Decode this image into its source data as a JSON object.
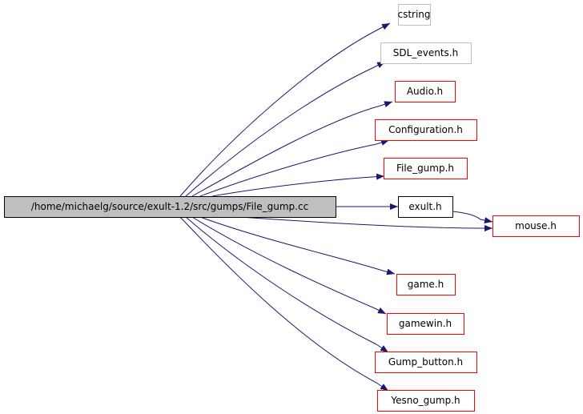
{
  "graph": {
    "type": "include-dependency-graph",
    "root": {
      "id": "file_gump_cc",
      "label": "/home/michaelg/source/exult-1.2/src/gumps/File_gump.cc",
      "style": "root",
      "fill": "#bfbfbf",
      "border": "#000000"
    },
    "nodes": [
      {
        "id": "cstring",
        "label": "cstring",
        "style": "external"
      },
      {
        "id": "sdl_events_h",
        "label": "SDL_events.h",
        "style": "external"
      },
      {
        "id": "audio_h",
        "label": "Audio.h",
        "style": "documented"
      },
      {
        "id": "configuration_h",
        "label": "Configuration.h",
        "style": "documented"
      },
      {
        "id": "file_gump_h",
        "label": "File_gump.h",
        "style": "documented"
      },
      {
        "id": "exult_h",
        "label": "exult.h",
        "style": "plain"
      },
      {
        "id": "mouse_h",
        "label": "mouse.h",
        "style": "documented"
      },
      {
        "id": "game_h",
        "label": "game.h",
        "style": "documented"
      },
      {
        "id": "gamewin_h",
        "label": "gamewin.h",
        "style": "documented"
      },
      {
        "id": "gump_button_h",
        "label": "Gump_button.h",
        "style": "documented"
      },
      {
        "id": "yesno_gump_h",
        "label": "Yesno_gump.h",
        "style": "documented"
      }
    ],
    "edges": [
      {
        "from": "file_gump_cc",
        "to": "cstring"
      },
      {
        "from": "file_gump_cc",
        "to": "sdl_events_h"
      },
      {
        "from": "file_gump_cc",
        "to": "audio_h"
      },
      {
        "from": "file_gump_cc",
        "to": "configuration_h"
      },
      {
        "from": "file_gump_cc",
        "to": "file_gump_h"
      },
      {
        "from": "file_gump_cc",
        "to": "exult_h"
      },
      {
        "from": "file_gump_cc",
        "to": "mouse_h"
      },
      {
        "from": "exult_h",
        "to": "mouse_h"
      },
      {
        "from": "file_gump_cc",
        "to": "game_h"
      },
      {
        "from": "file_gump_cc",
        "to": "gamewin_h"
      },
      {
        "from": "file_gump_cc",
        "to": "gump_button_h"
      },
      {
        "from": "file_gump_cc",
        "to": "yesno_gump_h"
      }
    ],
    "colors": {
      "edge": "#191970",
      "external_border": "#bfbfbf",
      "documented_border": "#ff0000",
      "plain_border": "#000000",
      "root_fill": "#bfbfbf"
    }
  }
}
